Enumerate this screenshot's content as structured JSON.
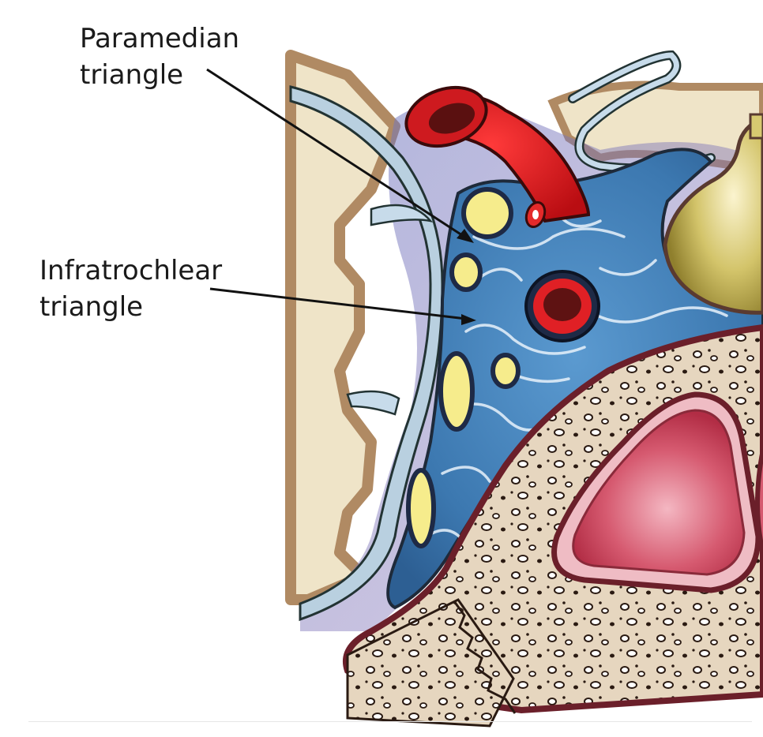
{
  "labels": {
    "paramedian": {
      "line1": "Paramedian",
      "line2": "triangle"
    },
    "infratrochlear": {
      "line1": "Infratrochlear",
      "line2": "triangle"
    }
  },
  "colors": {
    "background": "#ffffff",
    "brain_tissue": "#efe4c8",
    "bone_outline": "#b08a63",
    "dura_blue": "#b9d0e0",
    "venous_space": "#3f7fb6",
    "artery": "#d4151b",
    "nerve_yellow": "#f6ec8c",
    "gland": "#cdbd5c",
    "bone_matrix": "#e7d8c2",
    "sinus_pink": "#c8445a"
  }
}
